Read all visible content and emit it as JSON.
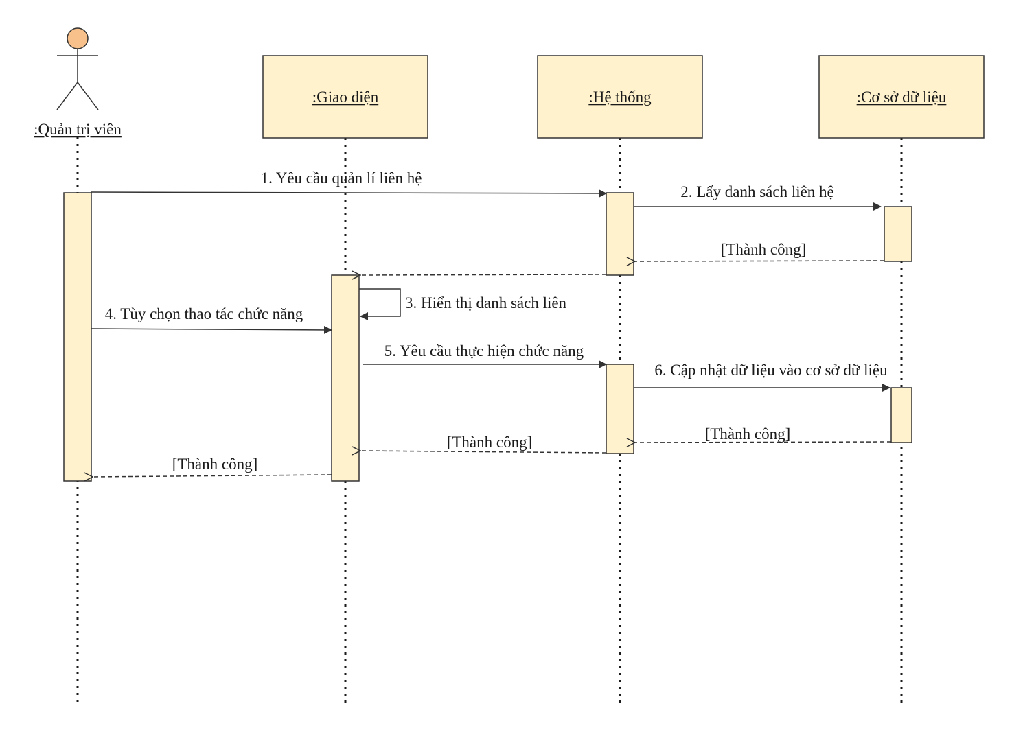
{
  "colors": {
    "box_fill": "#fff2cc",
    "stroke": "#333333",
    "actor_head": "#f8c08a",
    "actor_head_stroke": "#333333",
    "text": "#1a1a1a"
  },
  "actor": {
    "name": ":Quản trị viên"
  },
  "participants": [
    {
      "id": "giao-dien",
      "name": ":Giao diện"
    },
    {
      "id": "he-thong",
      "name": ":Hệ thống"
    },
    {
      "id": "co-so-du-lieu",
      "name": ":Cơ sở dữ liệu"
    }
  ],
  "messages": [
    {
      "label": "1. Yêu cầu quản lí liên hệ",
      "kind": "sync"
    },
    {
      "label": "2. Lấy danh sách liên hệ",
      "kind": "sync"
    },
    {
      "label": "[Thành công]",
      "kind": "return"
    },
    {
      "label": "",
      "kind": "return"
    },
    {
      "label": "3. Hiển thị danh sách liên",
      "kind": "self"
    },
    {
      "label": "4. Tùy chọn thao tác chức năng",
      "kind": "sync"
    },
    {
      "label": "5. Yêu cầu thực hiện chức năng",
      "kind": "sync"
    },
    {
      "label": "6. Cập nhật dữ liệu vào cơ sở dữ liệu",
      "kind": "sync"
    },
    {
      "label": "[Thành công]",
      "kind": "return"
    },
    {
      "label": "[Thành công]",
      "kind": "return"
    },
    {
      "label": "[Thành công]",
      "kind": "return"
    }
  ]
}
